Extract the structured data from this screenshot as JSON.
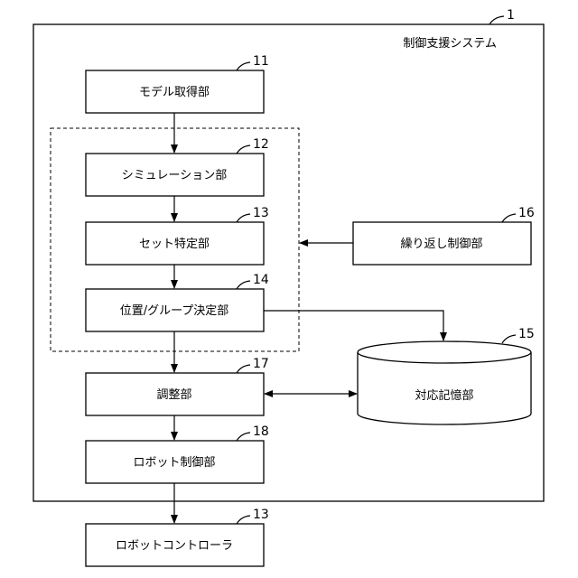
{
  "system": {
    "title": "制御支援システム",
    "ref": "1"
  },
  "blocks": {
    "model": {
      "label": "モデル取得部",
      "ref": "11"
    },
    "simulation": {
      "label": "シミュレーション部",
      "ref": "12"
    },
    "set": {
      "label": "セット特定部",
      "ref": "13"
    },
    "position": {
      "label": "位置/グループ決定部",
      "ref": "14"
    },
    "adjust": {
      "label": "調整部",
      "ref": "17"
    },
    "robot": {
      "label": "ロボット制御部",
      "ref": "18"
    },
    "repeat": {
      "label": "繰り返し制御部",
      "ref": "16"
    },
    "storage": {
      "label": "対応記憶部",
      "ref": "15"
    },
    "controller": {
      "label": "ロボットコントローラ",
      "ref": "13"
    }
  }
}
